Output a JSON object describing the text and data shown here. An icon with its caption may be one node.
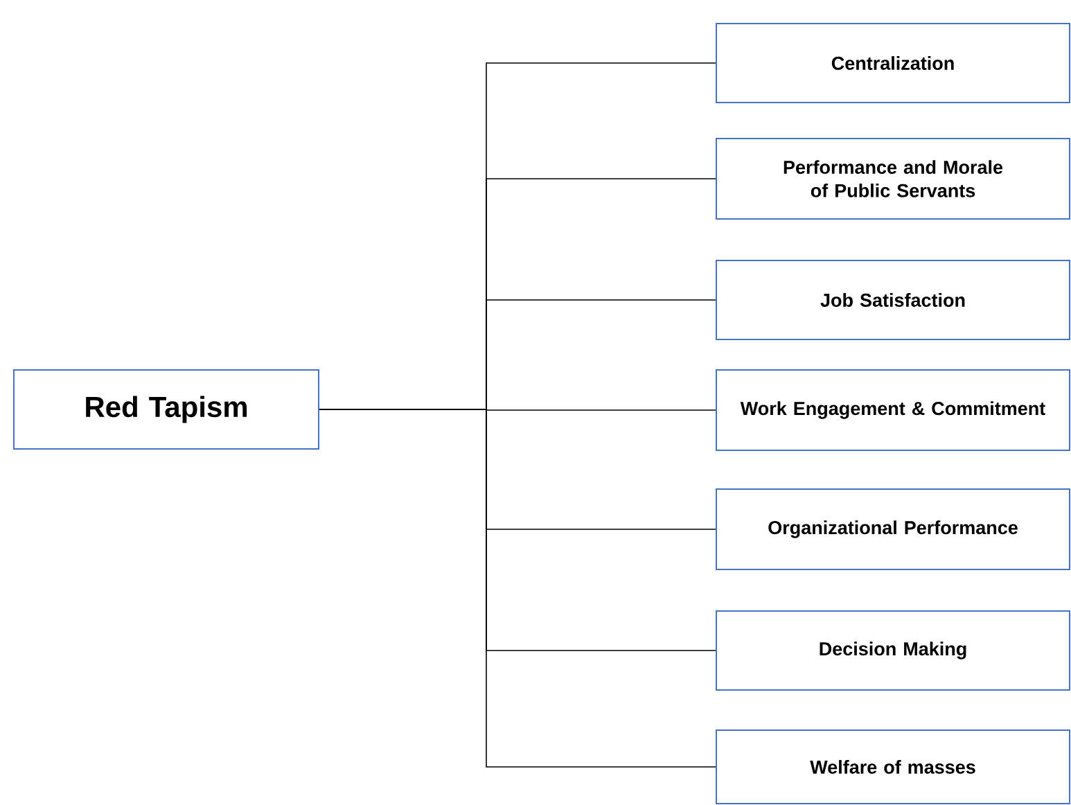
{
  "diagram": {
    "nodes": [
      {
        "text": [
          "Red Tapism"
        ]
      },
      {
        "text": [
          "Centralization"
        ]
      },
      {
        "text": [
          "Performance and Morale of Public Servants"
        ]
      },
      {
        "text": [
          "Job Satisfaction"
        ]
      },
      {
        "text": [
          "Work Engagement & Commitment"
        ]
      },
      {
        "text": [
          "Organizational Performance"
        ]
      },
      {
        "text": [
          "Decision Making"
        ]
      },
      {
        "text": [
          "Welfare of masses"
        ]
      }
    ],
    "edges": [
      {
        "from": 0,
        "to": 1,
        "arrow": "none"
      },
      {
        "from": 0,
        "to": 2,
        "arrow": "none"
      },
      {
        "from": 0,
        "to": 3,
        "arrow": "none"
      },
      {
        "from": 0,
        "to": 4,
        "arrow": "none"
      },
      {
        "from": 0,
        "to": 5,
        "arrow": "none"
      },
      {
        "from": 0,
        "to": 6,
        "arrow": "none"
      },
      {
        "from": 0,
        "to": 7,
        "arrow": "none"
      }
    ]
  }
}
